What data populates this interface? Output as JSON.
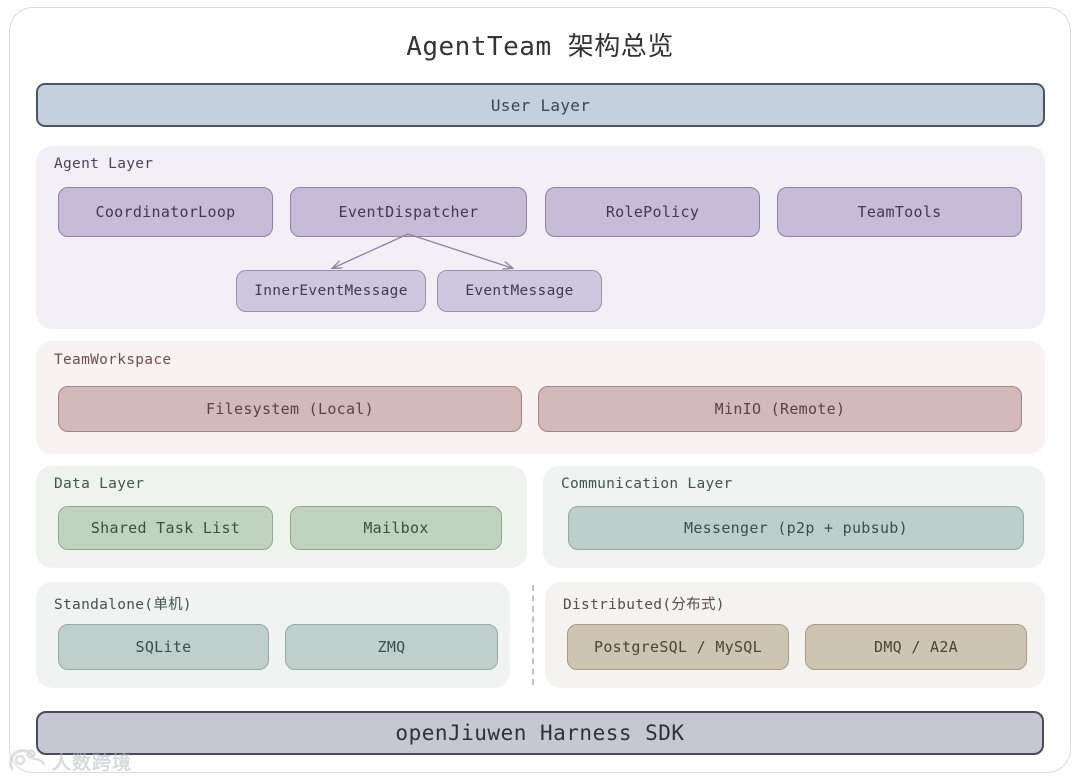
{
  "title": "AgentTeam 架构总览",
  "user_layer": {
    "label": "User Layer"
  },
  "agent_layer": {
    "label": "Agent Layer",
    "nodes": [
      {
        "label": "CoordinatorLoop"
      },
      {
        "label": "EventDispatcher"
      },
      {
        "label": "RolePolicy"
      },
      {
        "label": "TeamTools"
      }
    ],
    "messages": [
      {
        "label": "InnerEventMessage"
      },
      {
        "label": "EventMessage"
      }
    ],
    "edges": [
      {
        "from": "EventDispatcher",
        "to": "InnerEventMessage",
        "style": "arrow"
      },
      {
        "from": "EventDispatcher",
        "to": "EventMessage",
        "style": "arrow"
      }
    ]
  },
  "workspace_layer": {
    "label": "TeamWorkspace",
    "nodes": [
      {
        "label": "Filesystem (Local)"
      },
      {
        "label": "MinIO (Remote)"
      }
    ]
  },
  "data_layer": {
    "label": "Data Layer",
    "nodes": [
      {
        "label": "Shared Task List"
      },
      {
        "label": "Mailbox"
      }
    ]
  },
  "communication_layer": {
    "label": "Communication Layer",
    "nodes": [
      {
        "label": "Messenger (p2p + pubsub)"
      }
    ]
  },
  "standalone_group": {
    "label": "Standalone(单机)",
    "nodes": [
      {
        "label": "SQLite"
      },
      {
        "label": "ZMQ"
      }
    ]
  },
  "distributed_group": {
    "label": "Distributed(分布式)",
    "nodes": [
      {
        "label": "PostgreSQL / MySQL"
      },
      {
        "label": "DMQ / A2A"
      }
    ]
  },
  "sdk_bar": {
    "label": "openJiuwen Harness SDK"
  },
  "watermark": {
    "text": "人数跨境"
  },
  "colors": {
    "user_layer_fill": "#c5d0dd",
    "user_layer_stroke": "#4a5568",
    "agent_group_fill": "#f2eff6",
    "agent_node_fill": "#c6bcd8",
    "agent_node_stroke": "#8d82a6",
    "agent_sub_fill": "#cfc7de",
    "workspace_group_fill": "#f8f2f2",
    "workspace_node_fill": "#d3b9ba",
    "data_group_fill": "#eef3ee",
    "data_node_fill": "#bfd3bf",
    "comm_group_fill": "#eff3f2",
    "comm_node_fill": "#bdcfca",
    "standalone_group_fill": "#f1f3f2",
    "standalone_node_fill": "#bfcfcb",
    "distributed_group_fill": "#f5f3ef",
    "distributed_node_fill": "#cdc4b1",
    "sdk_fill": "#c5c7d2",
    "sdk_stroke": "#4a4a5a",
    "divider": "#c3c3c3",
    "arrow": "#8d82a6",
    "page_background": "#ffffff",
    "frame_stroke": "#d8d8dd"
  }
}
